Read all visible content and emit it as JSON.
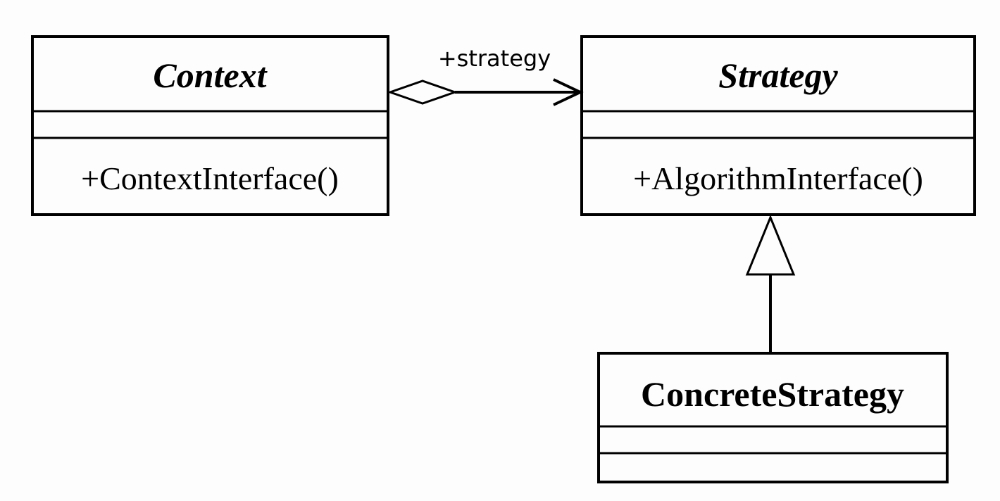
{
  "classes": {
    "context": {
      "name": "Context",
      "operation": "+ContextInterface()"
    },
    "strategy": {
      "name": "Strategy",
      "operation": "+AlgorithmInterface()"
    },
    "concrete_strategy": {
      "name": "ConcreteStrategy"
    }
  },
  "associations": {
    "aggregation": {
      "role": "+strategy",
      "kind": "aggregation",
      "from": "Context",
      "to": "Strategy"
    },
    "generalization": {
      "kind": "generalization",
      "from": "ConcreteStrategy",
      "to": "Strategy"
    }
  }
}
